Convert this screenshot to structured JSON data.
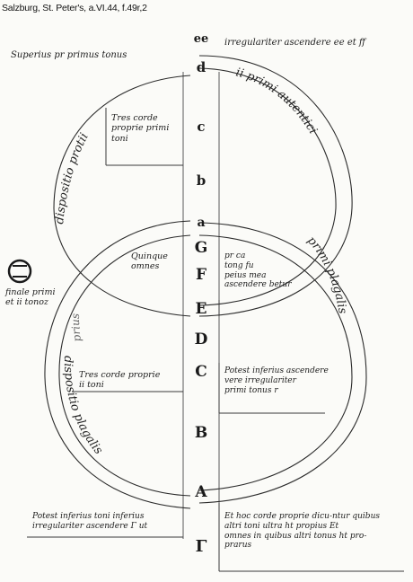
{
  "caption": "Salzburg, St. Peter's, a.VI.44, f.49r,2",
  "gamut_letters": [
    "ee",
    "d",
    "c",
    "b",
    "a",
    "G",
    "F",
    "E",
    "D",
    "C",
    "B",
    "A",
    "Γ"
  ],
  "annotations": {
    "top_left": "Superius pr primus tonus",
    "top_right": "irregulariter ascendere ee et ff",
    "upper_left_box": "Tres corde\nproprie primi\ntoni",
    "mid_center": "Quinque\nomnes",
    "mid_right": "pr ca\ntong fu\npeius mea\nascendere betur",
    "left_final": "finale primi\net ii tonoz",
    "lower_left_box": "Tres corde proprie\nii toni",
    "lower_right_box": "Potest inferius ascendere\nvere irregulariter\nprimi tonus r",
    "bottom_left": "Potest inferius toni inferius\nirregulariter ascendere Γ ut",
    "bottom_right": "Et hoc corde proprie dicu-ntur quibus\naltri toni ultra ht propius Et\nomnes in quibus altri tonus ht pro-\nprarus"
  },
  "arc_labels": {
    "upper_left": "dispositio protii",
    "upper_right": "ii primi autentici",
    "lower_right": "primi plagalis",
    "lower_left": "dispositio plagalis",
    "far_left": "prius"
  }
}
